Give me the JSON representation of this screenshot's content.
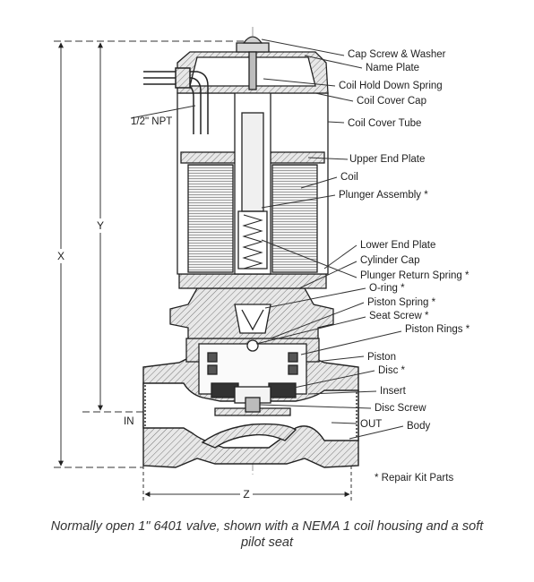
{
  "labels": {
    "cap_screw_washer": "Cap Screw & Washer",
    "name_plate": "Name Plate",
    "coil_hold_down_spring": "Coil Hold Down Spring",
    "coil_cover_cap": "Coil Cover Cap",
    "npt": "1/2\" NPT",
    "coil_cover_tube": "Coil Cover Tube",
    "upper_end_plate": "Upper End Plate",
    "coil": "Coil",
    "plunger_assembly": "Plunger Assembly *",
    "lower_end_plate": "Lower End Plate",
    "cylinder_cap": "Cylinder Cap",
    "plunger_return_spring": "Plunger Return Spring *",
    "o_ring": "O-ring *",
    "piston_spring": "Piston Spring *",
    "seat_screw": "Seat Screw *",
    "piston_rings": "Piston Rings *",
    "piston": "Piston",
    "disc": "Disc *",
    "insert": "Insert",
    "disc_screw": "Disc Screw",
    "out": "OUT",
    "body": "Body",
    "in": "IN",
    "repair_kit": "* Repair Kit Parts"
  },
  "dimensions": {
    "x": "X",
    "y": "Y",
    "z": "Z"
  },
  "caption": {
    "line1": "Normally open 1\" 6401 valve, shown with a NEMA 1 coil housing and a soft",
    "line2": "pilot seat"
  }
}
